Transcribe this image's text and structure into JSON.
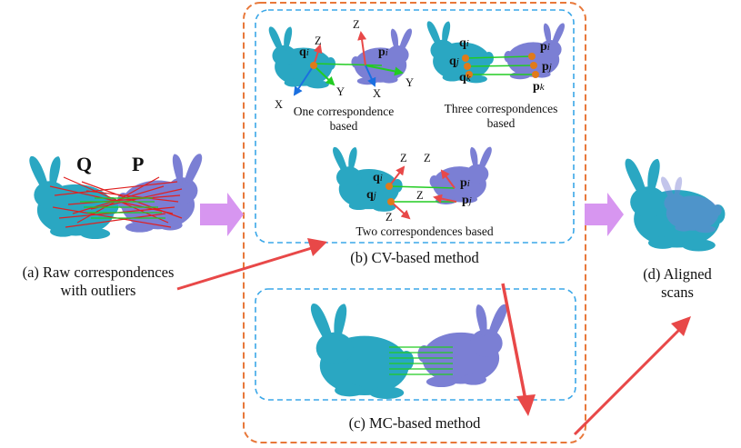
{
  "labels": {
    "raw_caption": "(a) Raw correspondences\nwith outliers",
    "q": "Q",
    "p": "P",
    "cv_caption": "(b) CV-based method",
    "mc_caption": "(c) MC-based method",
    "aligned_caption": "(d) Aligned\nscans",
    "one_corr": "One correspondence\nbased",
    "three_corr": "Three correspondences\nbased",
    "two_corr": "Two correspondences based"
  },
  "points": {
    "q": "q",
    "p": "p",
    "i": "i",
    "j": "j",
    "k": "k"
  },
  "axes": {
    "x": "X",
    "y": "Y",
    "z": "Z"
  },
  "colors": {
    "bunny_blue": "#2aa7c2",
    "bunny_purple": "#7b7fd4",
    "outer_border": "#e8783a",
    "inner_border": "#3aa7e8",
    "arrow_red": "#e84848",
    "arrow_purple": "#d796f0",
    "green": "#22cc22",
    "red": "#e02020",
    "point": "#e07a1a"
  }
}
